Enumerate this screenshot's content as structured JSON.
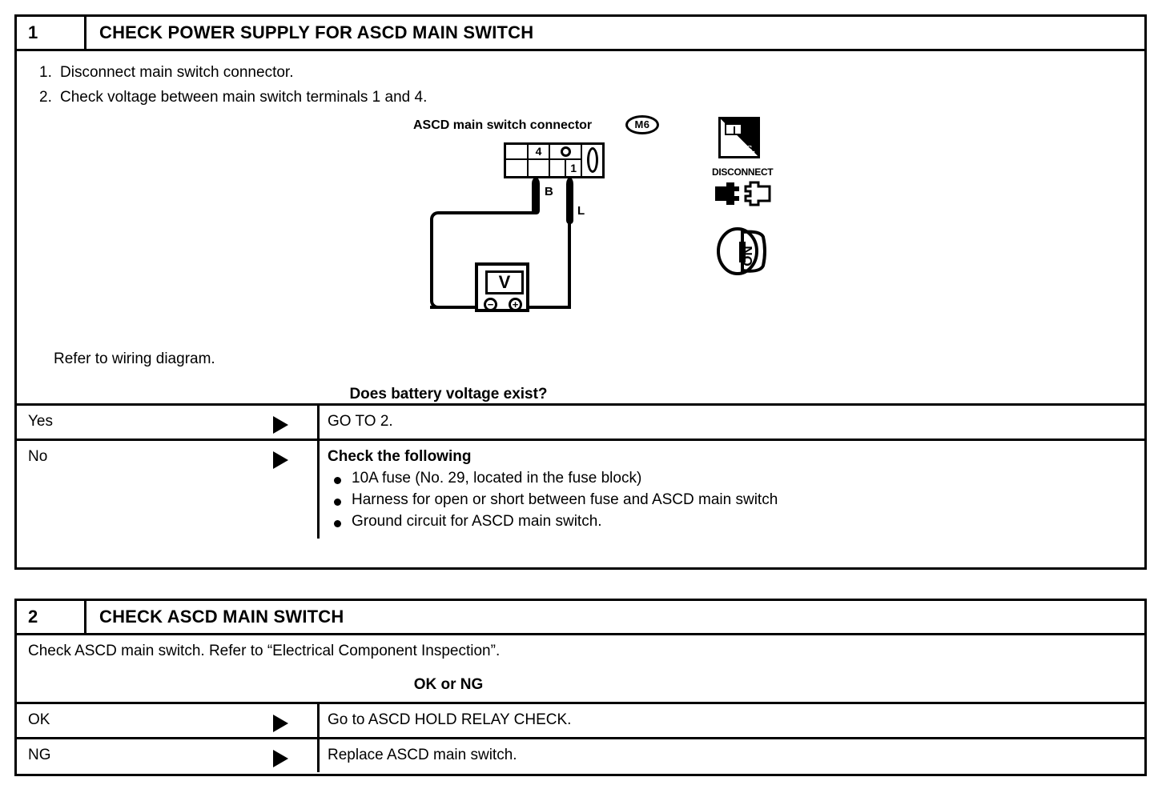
{
  "document": {
    "type": "diagnostic-procedure-flowchart"
  },
  "tables": [
    {
      "id": "step-1",
      "step_number": "1",
      "title": "CHECK POWER SUPPLY FOR ASCD MAIN SWITCH",
      "instructions": [
        {
          "num": "1.",
          "text": "Disconnect main switch connector."
        },
        {
          "num": "2.",
          "text": "Check voltage between main switch terminals 1 and 4."
        }
      ],
      "figure": {
        "caption": "ASCD main switch connector",
        "connector_badge": "M6",
        "terminal_top": "4",
        "terminal_bottom": "1",
        "wire_label_left": "B",
        "wire_label_right": "L",
        "meter_symbol": "V",
        "meter_negative": "⊖",
        "meter_positive": "⊕",
        "icons": {
          "ts_label": "T.S.",
          "disconnect_label": "DISCONNECT",
          "ignition_label": "ON"
        }
      },
      "refer_note": "Refer to wiring diagram.",
      "question": "Does battery voltage exist?",
      "answers": [
        {
          "label": "Yes",
          "result_title": "",
          "result_text": "GO TO 2.",
          "bullets": []
        },
        {
          "label": "No",
          "result_title": "Check the following",
          "result_text": "",
          "bullets": [
            "10A fuse (No. 29, located in the fuse block)",
            "Harness for open or short between fuse and ASCD main switch",
            "Ground circuit for ASCD main switch."
          ]
        }
      ]
    },
    {
      "id": "step-2",
      "step_number": "2",
      "title": "CHECK ASCD MAIN SWITCH",
      "body_text": "Check ASCD main switch. Refer to “Electrical Component Inspection”.",
      "question": "OK or NG",
      "answers": [
        {
          "label": "OK",
          "result_title": "",
          "result_text": "Go to ASCD HOLD RELAY CHECK.",
          "bullets": []
        },
        {
          "label": "NG",
          "result_title": "",
          "result_text": "Replace ASCD main switch.",
          "bullets": []
        }
      ]
    }
  ],
  "colors": {
    "ink": "#000000",
    "paper": "#ffffff"
  }
}
